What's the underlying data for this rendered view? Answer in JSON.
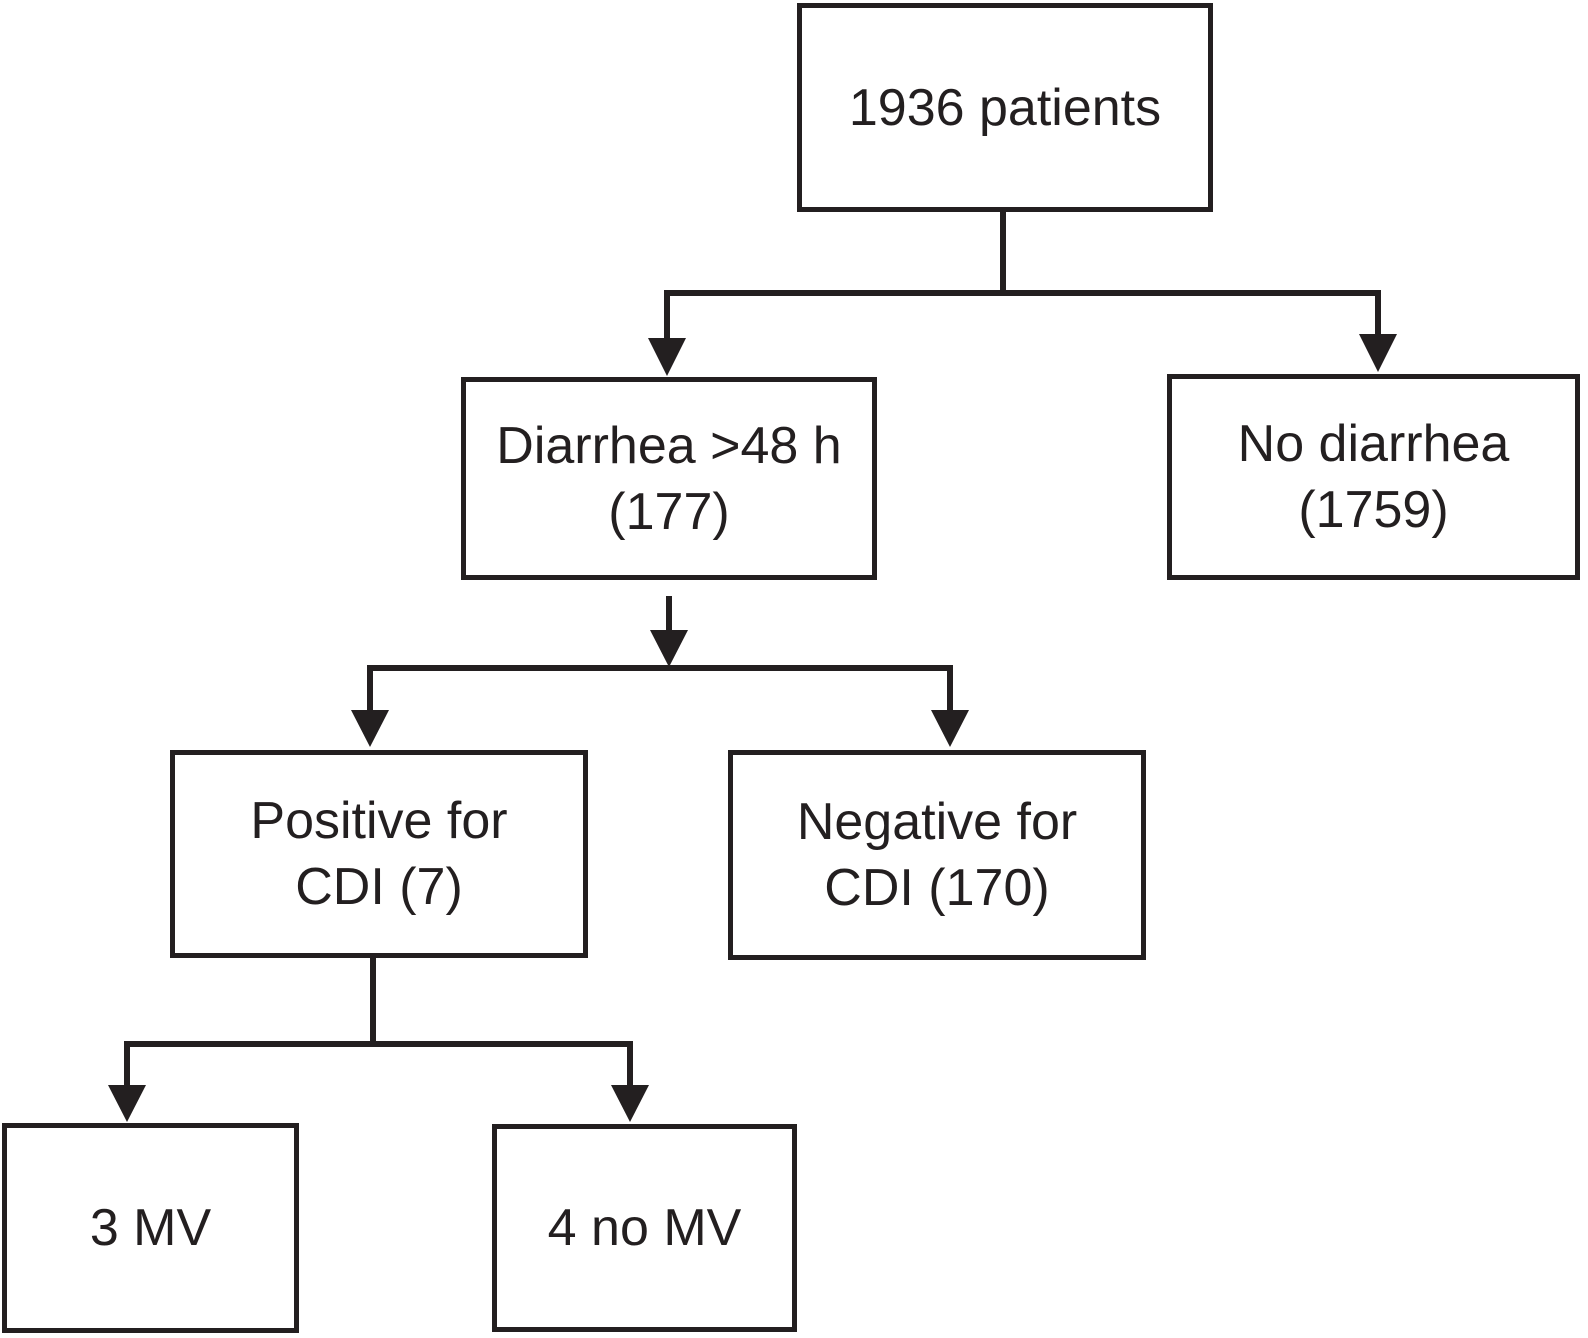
{
  "diagram": {
    "type": "flowchart",
    "background_color": "#ffffff",
    "line_color": "#231f20",
    "text_color": "#231f20",
    "nodes": {
      "patients_1936": {
        "label": "1936 patients"
      },
      "diarrhea_48h": {
        "line1": "Diarrhea >48 h",
        "line2": "(177)"
      },
      "no_diarrhea": {
        "line1": "No diarrhea",
        "line2": "(1759)"
      },
      "positive_cdi": {
        "line1": "Positive for",
        "line2": "CDI (7)"
      },
      "negative_cdi": {
        "line1": "Negative for",
        "line2": "CDI (170)"
      },
      "mv_3": {
        "label": "3 MV"
      },
      "no_mv_4": {
        "label": "4 no MV"
      }
    },
    "edges": [
      {
        "from": "patients_1936",
        "to": "diarrhea_48h"
      },
      {
        "from": "patients_1936",
        "to": "no_diarrhea"
      },
      {
        "from": "diarrhea_48h",
        "to": "positive_cdi"
      },
      {
        "from": "diarrhea_48h",
        "to": "negative_cdi"
      },
      {
        "from": "positive_cdi",
        "to": "mv_3"
      },
      {
        "from": "positive_cdi",
        "to": "no_mv_4"
      }
    ]
  }
}
